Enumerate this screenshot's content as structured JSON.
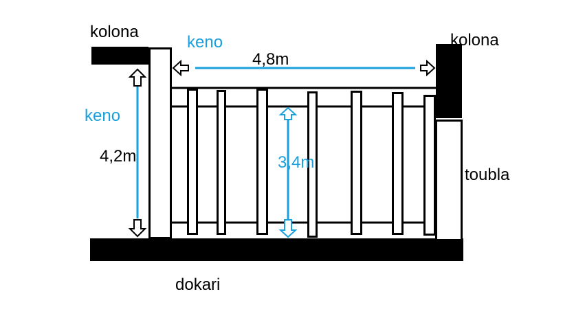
{
  "labels": {
    "kolona_left": "kolona",
    "kolona_right": "kolona",
    "keno_top": "keno",
    "keno_left": "keno",
    "width": "4,8m",
    "height_left": "4,2m",
    "height_inner": "3,4m",
    "toubla": "toubla",
    "dokari": "dokari"
  },
  "colors": {
    "ink": "#000000",
    "dimension": "#1aa0dc",
    "fill": "#ffffff"
  }
}
